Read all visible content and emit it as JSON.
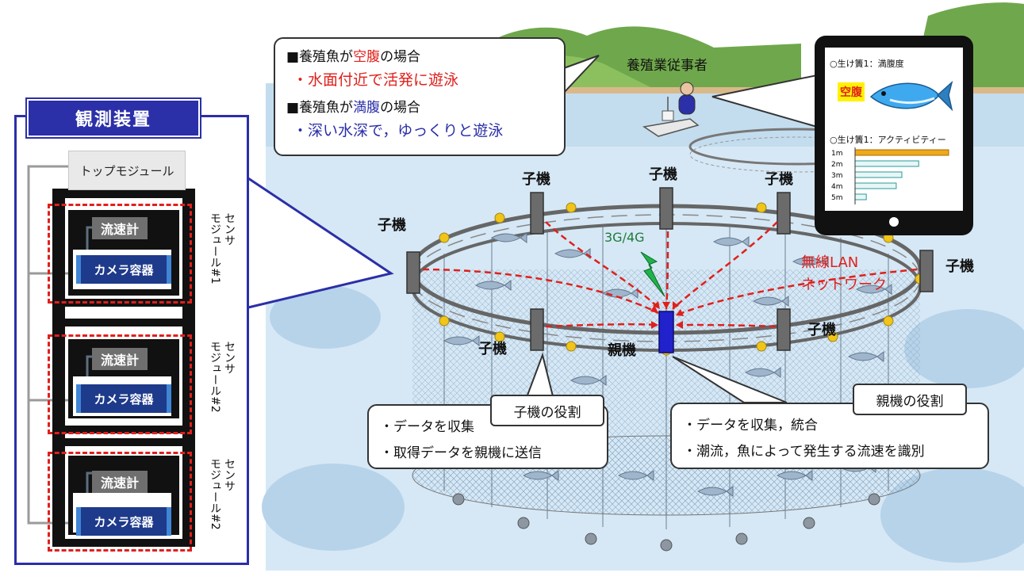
{
  "panel": {
    "title": "観測装置",
    "top_module": "トップモジュール",
    "modules": [
      {
        "flow": "流速計",
        "camera": "カメラ容器",
        "sensor_line1": "センサ",
        "sensor_line2": "モジュール#1"
      },
      {
        "flow": "流速計",
        "camera": "カメラ容器",
        "sensor_line1": "センサ",
        "sensor_line2": "モジュール#2"
      },
      {
        "flow": "流速計",
        "camera": "カメラ容器",
        "sensor_line1": "センサ",
        "sensor_line2": "モジュール#2"
      }
    ]
  },
  "behavior": {
    "line1_prefix": "■養殖魚が",
    "line1_state": "空腹",
    "line1_suffix": "の場合",
    "line2": "・水面付近で活発に遊泳",
    "line3_prefix": "■養殖魚が",
    "line3_state": "満腹",
    "line3_suffix": "の場合",
    "line4": "・深い水深で，ゆっくりと遊泳"
  },
  "worker_label": "養殖業従事者",
  "tablet": {
    "title1": "○生け簀1：満腹度",
    "status": "空腹",
    "title2": "○生け簀1：アクティビティー",
    "depths": [
      {
        "label": "1m",
        "value": 1.0
      },
      {
        "label": "2m",
        "value": 0.68
      },
      {
        "label": "3m",
        "value": 0.5
      },
      {
        "label": "4m",
        "value": 0.44
      },
      {
        "label": "5m",
        "value": 0.12
      }
    ]
  },
  "network": {
    "cellular": "3G/4G",
    "lan_line1": "無線LAN",
    "lan_line2": "ネットワーク"
  },
  "nodes": {
    "child": "子機",
    "parent": "親機"
  },
  "child_role": {
    "title": "子機の役割",
    "items": [
      "・データを収集",
      "・取得データを親機に送信"
    ]
  },
  "parent_role": {
    "title": "親機の役割",
    "items": [
      "・データを収集，統合",
      "・潮流，魚によって発生する流速を識別"
    ]
  },
  "colors": {
    "panel_blue": "#2b2fa8",
    "alert_red": "#e0201c",
    "calm_blue": "#2b2fa8",
    "sea": "#cfe3f3",
    "hill": "#76b254"
  }
}
